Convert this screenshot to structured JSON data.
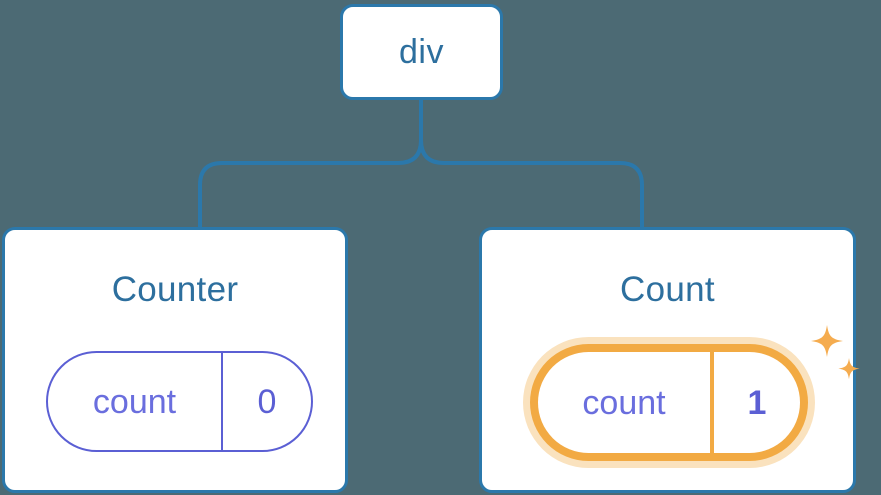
{
  "diagram": {
    "background_color": "#4c6a74",
    "node_border_color": "#2b78ab",
    "title_color": "#2d6f9e",
    "pill_color": "#5b5fd4",
    "highlight_color": "#f2aa43",
    "highlight_glow_color": "#fae2be",
    "connector_color": "#2b78ab"
  },
  "root": {
    "label": "div"
  },
  "children": [
    {
      "title": "Counter",
      "state": {
        "key": "count",
        "value": "0"
      },
      "highlighted": false
    },
    {
      "title": "Count",
      "state": {
        "key": "count",
        "value": "1"
      },
      "highlighted": true,
      "sparkle_icons": [
        "sparkle-large-icon",
        "sparkle-small-icon"
      ]
    }
  ]
}
